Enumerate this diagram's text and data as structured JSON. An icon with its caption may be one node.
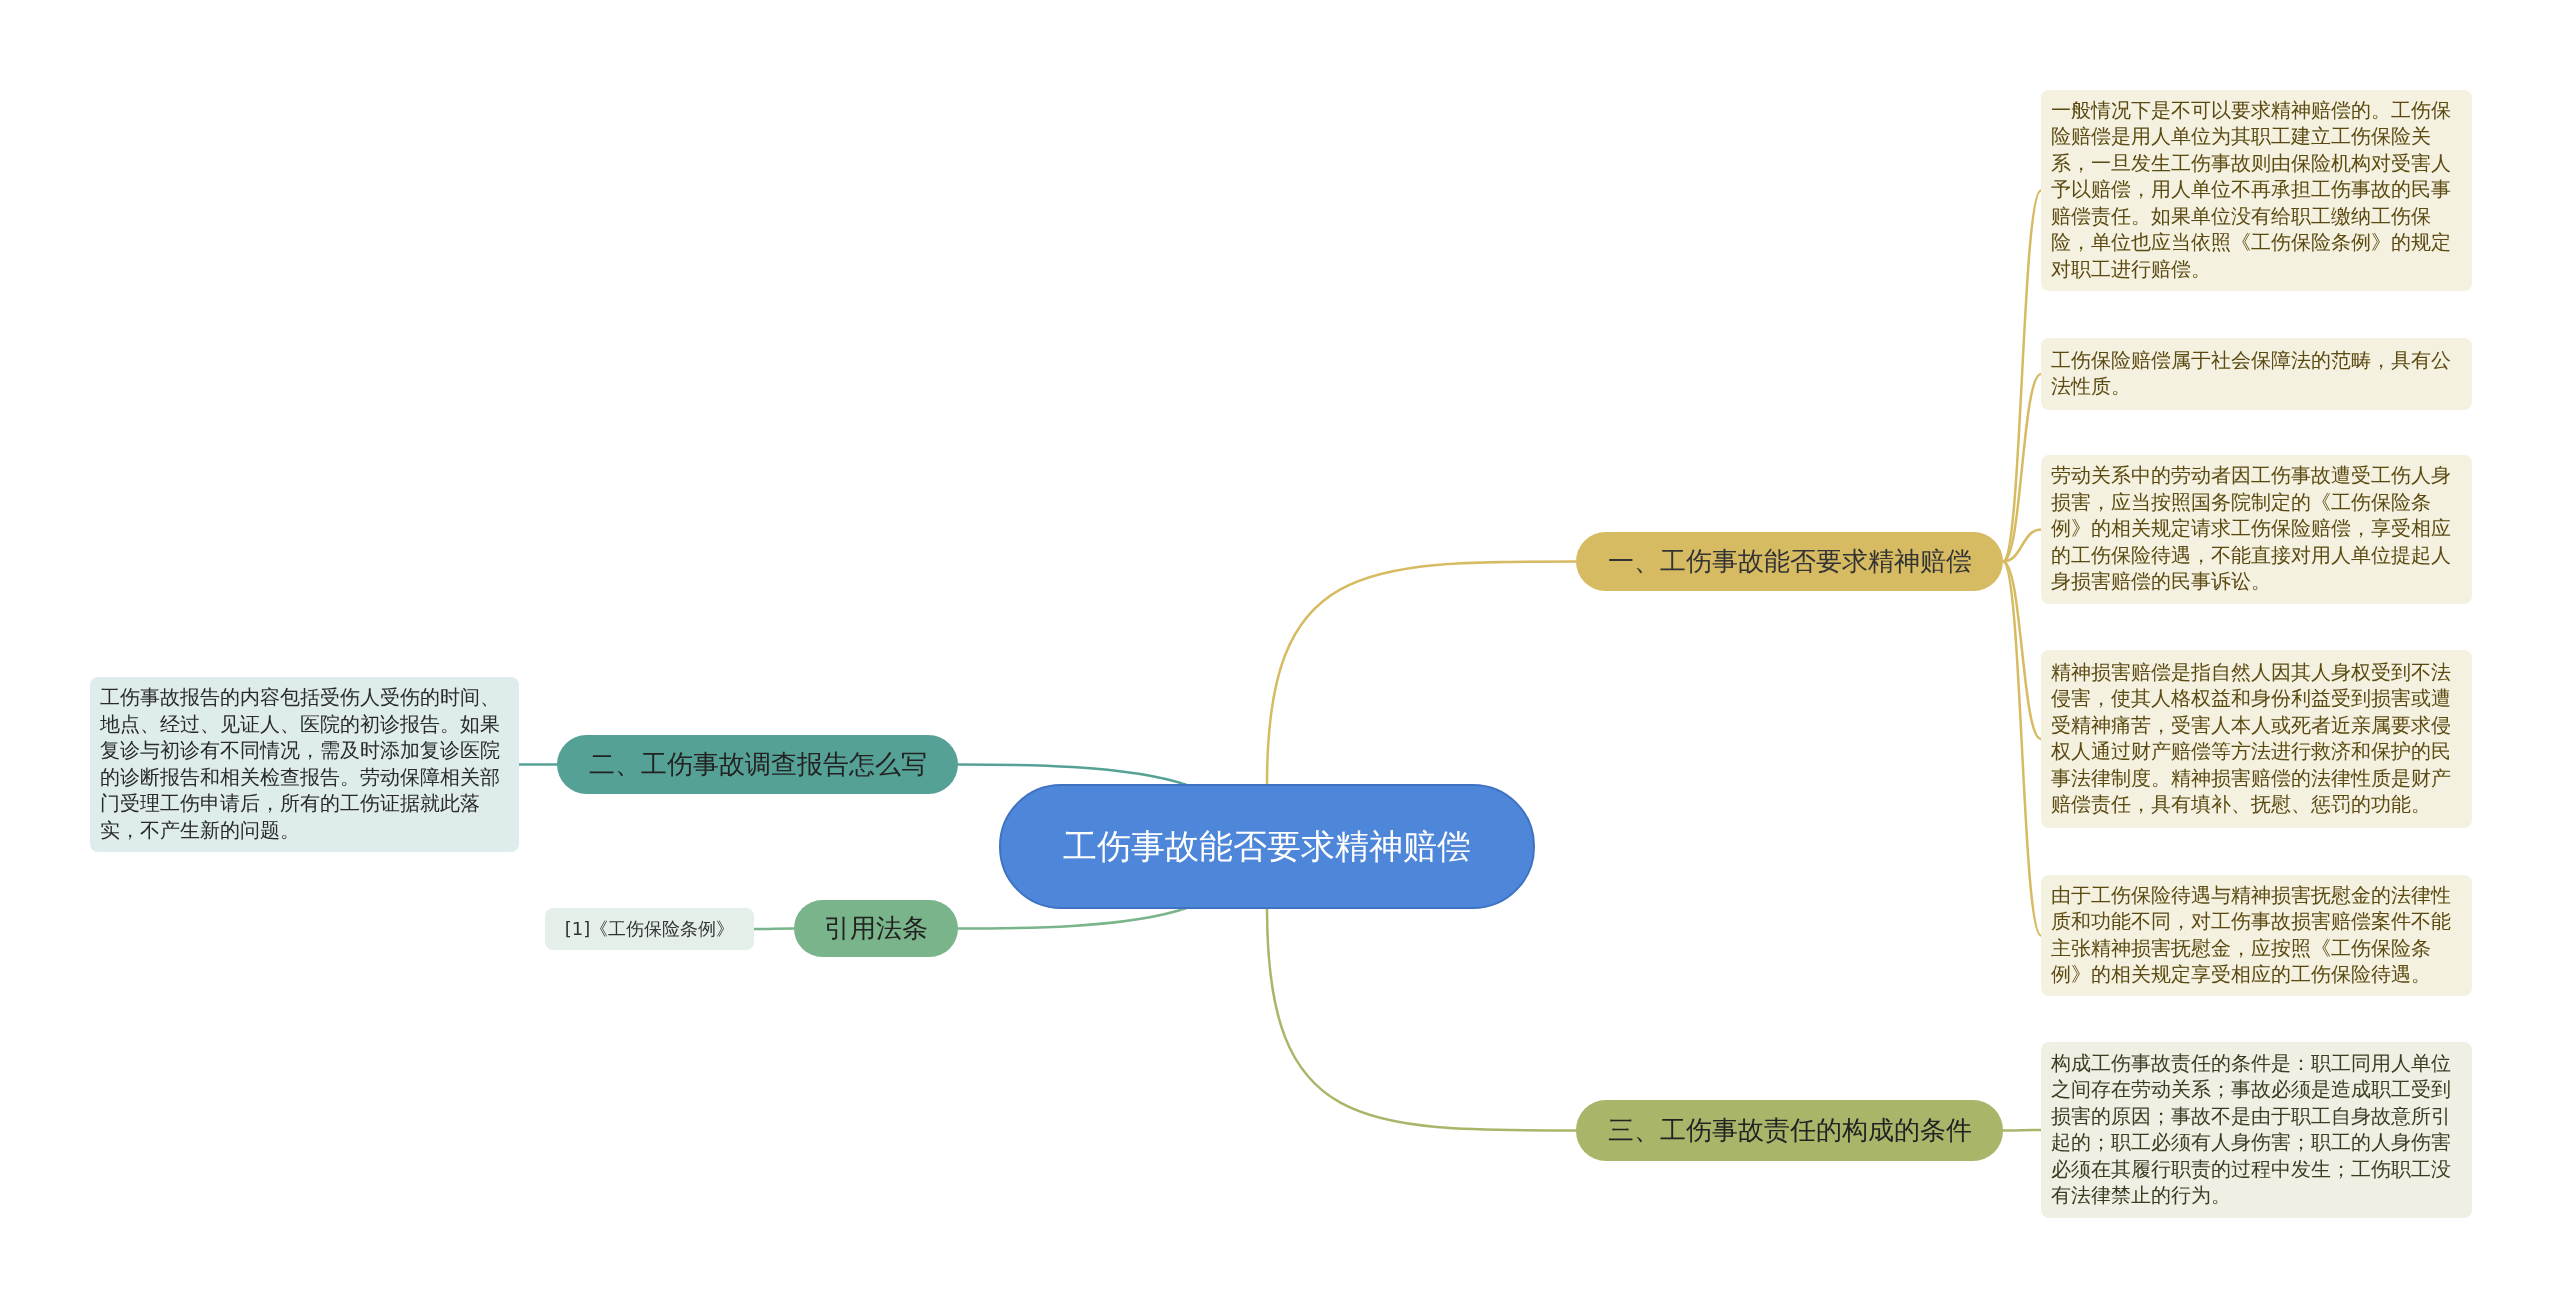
{
  "diagram": {
    "nodes": [
      {
        "text": [
          "工伤事故能否要求精神赔偿"
        ]
      },
      {
        "text": [
          "一、工伤事故能否要求精神赔偿"
        ]
      },
      {
        "text": [
          "一般情况下是不可以要求精神赔偿的。工伤保险赔偿是用人单位为其职工建立工伤保险关系，一旦发生工伤事故则由保险机构对受害人予以赔偿，用人单位不再承担工伤事故的民事赔偿责任。如果单位没有给职工缴纳工伤保险，单位也应当依照《工伤保险条例》的规定对职工进行赔偿。"
        ]
      },
      {
        "text": [
          "工伤保险赔偿属于社会保障法的范畴，具有公法性质。"
        ]
      },
      {
        "text": [
          "劳动关系中的劳动者因工伤事故遭受工伤人身损害，应当按照国务院制定的《工伤保险条例》的相关规定请求工伤保险赔偿，享受相应的工伤保险待遇，不能直接对用人单位提起人身损害赔偿的民事诉讼。"
        ]
      },
      {
        "text": [
          "精神损害赔偿是指自然人因其人身权受到不法侵害，使其人格权益和身份利益受到损害或遭受精神痛苦，受害人本人或死者近亲属要求侵权人通过财产赔偿等方法进行救济和保护的民事法律制度。精神损害赔偿的法律性质是财产赔偿责任，具有填补、抚慰、惩罚的功能。"
        ]
      },
      {
        "text": [
          "由于工伤保险待遇与精神损害抚慰金的法律性质和功能不同，对工伤事故损害赔偿案件不能主张精神损害抚慰金，应按照《工伤保险条例》的相关规定享受相应的工伤保险待遇。"
        ]
      },
      {
        "text": [
          "二、工伤事故调查报告怎么写"
        ]
      },
      {
        "text": [
          "工伤事故报告的内容包括受伤人受伤的时间、地点、经过、见证人、医院的初诊报告。如果复诊与初诊有不同情况，需及时添加复诊医院的诊断报告和相关检查报告。劳动保障相关部门受理工伤申请后，所有的工伤证据就此落实，不产生新的问题。"
        ]
      },
      {
        "text": [
          "引用法条"
        ]
      },
      {
        "text": [
          "[1]《工伤保险条例》"
        ]
      },
      {
        "text": [
          "三、工伤事故责任的构成的条件"
        ]
      },
      {
        "text": [
          "构成工伤事故责任的条件是：职工同用人单位之间存在劳动关系；事故必须是造成职工受到损害的原因；事故不是由于职工自身故意所引起的；职工必须有人身伤害；职工的人身伤害必须在其履行职责的过程中发生；工伤职工没有法律禁止的行为。"
        ]
      }
    ],
    "edges": [
      {
        "from": 0,
        "to": 1,
        "arrow": "none",
        "color": "#d6bb62"
      },
      {
        "from": 1,
        "to": 2,
        "arrow": "none",
        "color": "#d6bb62"
      },
      {
        "from": 1,
        "to": 3,
        "arrow": "none",
        "color": "#d6bb62"
      },
      {
        "from": 1,
        "to": 4,
        "arrow": "none",
        "color": "#d6bb62"
      },
      {
        "from": 1,
        "to": 5,
        "arrow": "none",
        "color": "#d6bb62"
      },
      {
        "from": 1,
        "to": 6,
        "arrow": "none",
        "color": "#d6bb62"
      },
      {
        "from": 0,
        "to": 7,
        "arrow": "none",
        "color": "#56a196"
      },
      {
        "from": 7,
        "to": 8,
        "arrow": "none",
        "color": "#56a196"
      },
      {
        "from": 0,
        "to": 9,
        "arrow": "none",
        "color": "#79b48a"
      },
      {
        "from": 9,
        "to": 10,
        "arrow": "none",
        "color": "#79b48a"
      },
      {
        "from": 0,
        "to": 11,
        "arrow": "none",
        "color": "#a9b66a"
      },
      {
        "from": 11,
        "to": 12,
        "arrow": "none",
        "color": "#a9b66a"
      }
    ]
  }
}
